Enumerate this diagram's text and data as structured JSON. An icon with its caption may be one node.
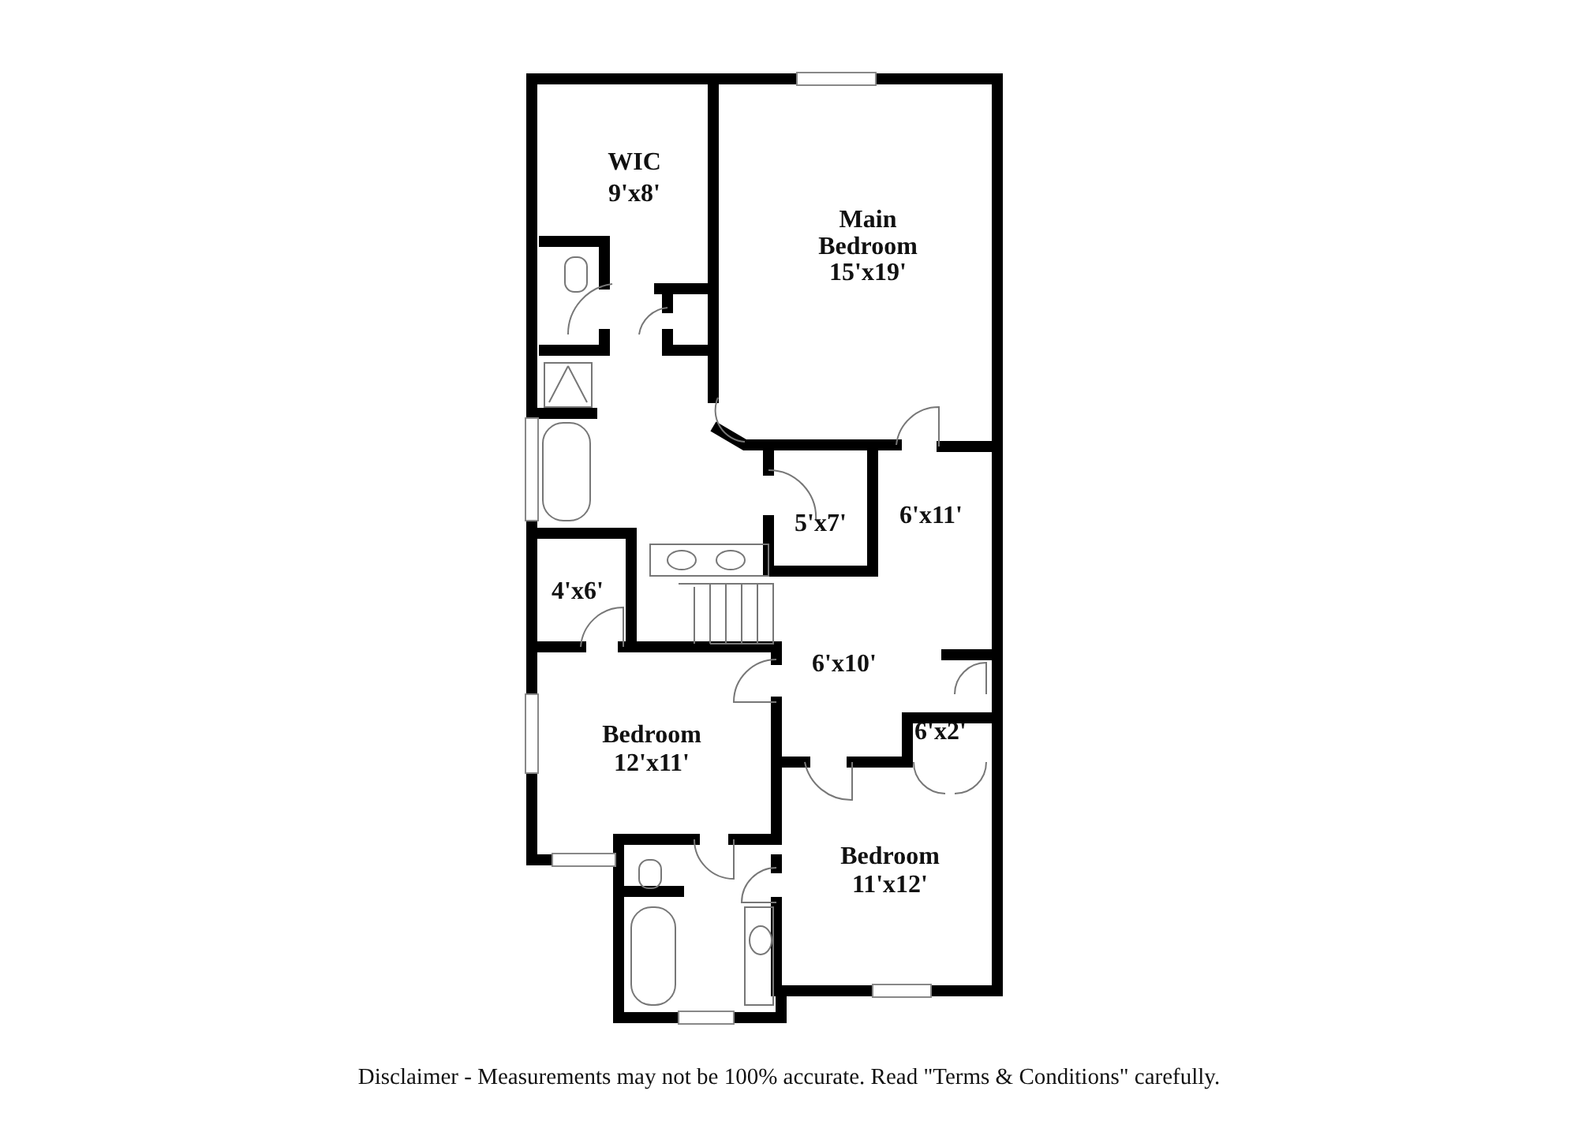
{
  "diagram": {
    "caption": "Disclaimer - Measurements may not be 100% accurate. Read \"Terms & Conditions\" carefully.",
    "labels": [
      "WIC",
      "9'x8'",
      "Main Bedroom",
      "15'x19'",
      "5'x7'",
      "6'x11'",
      "4'x6'",
      "6'x10'",
      "6'x2'",
      "Bedroom",
      "12'x11'",
      "Bedroom",
      "11'x12'"
    ]
  }
}
